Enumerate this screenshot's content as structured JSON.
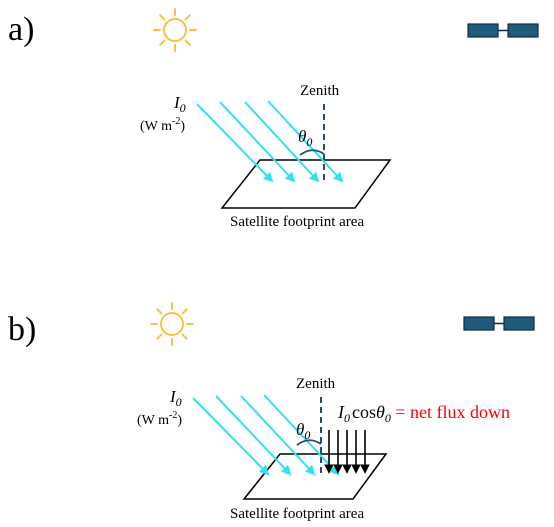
{
  "panels": [
    {
      "label": "a)",
      "zenith_label": "Zenith",
      "intensity_label": "I",
      "intensity_subscript": "0",
      "unit_label": "(W m",
      "unit_exponent": "-2",
      "unit_close": ")",
      "angle_label": "θ",
      "angle_subscript": "0",
      "footprint_label": "Satellite footprint area"
    },
    {
      "label": "b)",
      "zenith_label": "Zenith",
      "intensity_label": "I",
      "intensity_subscript": "0",
      "unit_label": "(W m",
      "unit_exponent": "-2",
      "unit_close": ")",
      "angle_label": "θ",
      "angle_subscript": "0",
      "footprint_label": "Satellite footprint area",
      "flux_I": "I",
      "flux_I_sub": "0",
      "flux_cos": "cos",
      "flux_theta": "θ",
      "flux_theta_sub": "0",
      "flux_net": " = net flux down"
    }
  ],
  "colors": {
    "sun": "#f5c242",
    "ray": "#33e0f0",
    "zenith_line": "#1f4e79",
    "satellite_body": "#1f5b7a",
    "satellite_edge": "#0d2b3e",
    "text": "#000000",
    "net_flux": "#ff0000"
  },
  "icons": [
    "sun-icon",
    "satellite-icon",
    "ray-arrow-icon",
    "down-arrow-icon"
  ]
}
